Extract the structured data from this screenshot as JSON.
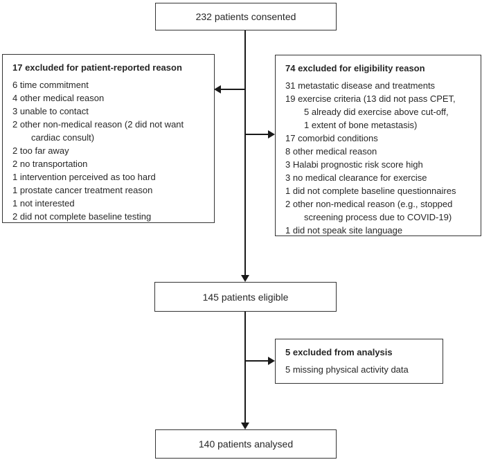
{
  "colors": {
    "background": "#ffffff",
    "border": "#333333",
    "line": "#1a1a1a",
    "text": "#262626"
  },
  "boxes": {
    "consented": {
      "label": "232 patients consented"
    },
    "patient_reported": {
      "title": "17 excluded for patient-reported reason",
      "items": [
        {
          "text": "6 time commitment",
          "indent": 0
        },
        {
          "text": "4 other medical reason",
          "indent": 0
        },
        {
          "text": "3 unable to contact",
          "indent": 0
        },
        {
          "text": "2 other non-medical reason (2 did not want",
          "indent": 0
        },
        {
          "text": "cardiac consult)",
          "indent": 1
        },
        {
          "text": "2 too far away",
          "indent": 0
        },
        {
          "text": "2 no transportation",
          "indent": 0
        },
        {
          "text": "1 intervention perceived as too hard",
          "indent": 0
        },
        {
          "text": "1 prostate cancer treatment reason",
          "indent": 0
        },
        {
          "text": "1 not interested",
          "indent": 0
        },
        {
          "text": "2 did not complete baseline testing",
          "indent": 0
        }
      ]
    },
    "eligibility": {
      "title": "74 excluded for eligibility reason",
      "items": [
        {
          "text": "31 metastatic disease and treatments",
          "indent": 0
        },
        {
          "text": "19 exercise criteria (13 did not pass CPET,",
          "indent": 0
        },
        {
          "text": "5 already did exercise above cut-off,",
          "indent": 1
        },
        {
          "text": "1 extent of bone metastasis)",
          "indent": 1
        },
        {
          "text": "17 comorbid conditions",
          "indent": 0
        },
        {
          "text": "8 other medical reason",
          "indent": 0
        },
        {
          "text": "3 Halabi prognostic risk score high",
          "indent": 0
        },
        {
          "text": "3 no medical clearance for exercise",
          "indent": 0
        },
        {
          "text": "1 did not complete baseline questionnaires",
          "indent": 0
        },
        {
          "text": "2 other non-medical reason (e.g., stopped",
          "indent": 0
        },
        {
          "text": "screening process due to COVID-19)",
          "indent": 1
        },
        {
          "text": "1 did not speak site language",
          "indent": 0
        }
      ]
    },
    "eligible": {
      "label": "145 patients eligible"
    },
    "excluded_analysis": {
      "title": "5 excluded from analysis",
      "items": [
        {
          "text": "5 missing physical activity data",
          "indent": 0
        }
      ]
    },
    "analysed": {
      "label": "140 patients analysed"
    }
  }
}
